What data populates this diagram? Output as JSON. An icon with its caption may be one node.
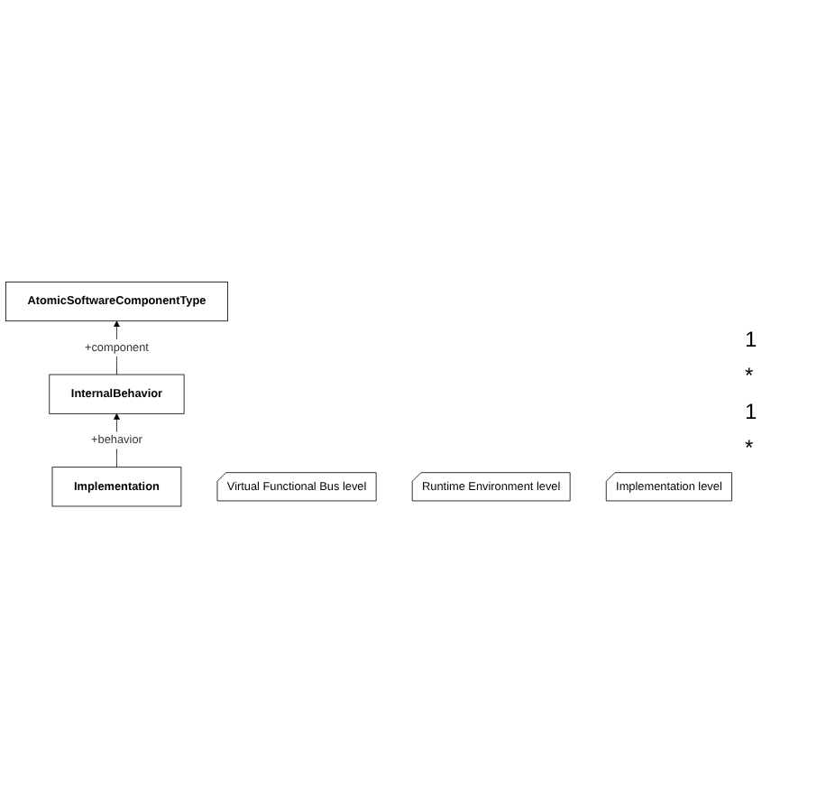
{
  "diagram": {
    "nodes": [
      {
        "text": [
          "AtomicSoftwareComponentType"
        ]
      },
      {
        "text": [
          "InternalBehavior"
        ]
      },
      {
        "text": [
          "Implementation"
        ]
      },
      {
        "text": [
          "Virtual Functional Bus level"
        ]
      },
      {
        "text": [
          "Runtime Environment level"
        ]
      },
      {
        "text": [
          "Implementation level"
        ]
      }
    ],
    "edges": [
      {
        "from": 1,
        "to": 0,
        "arrow": "to",
        "label": "+component"
      },
      {
        "from": 2,
        "to": 1,
        "arrow": "to",
        "label": "+behavior"
      }
    ],
    "labels": [
      "1",
      "*",
      "1",
      "*"
    ]
  }
}
